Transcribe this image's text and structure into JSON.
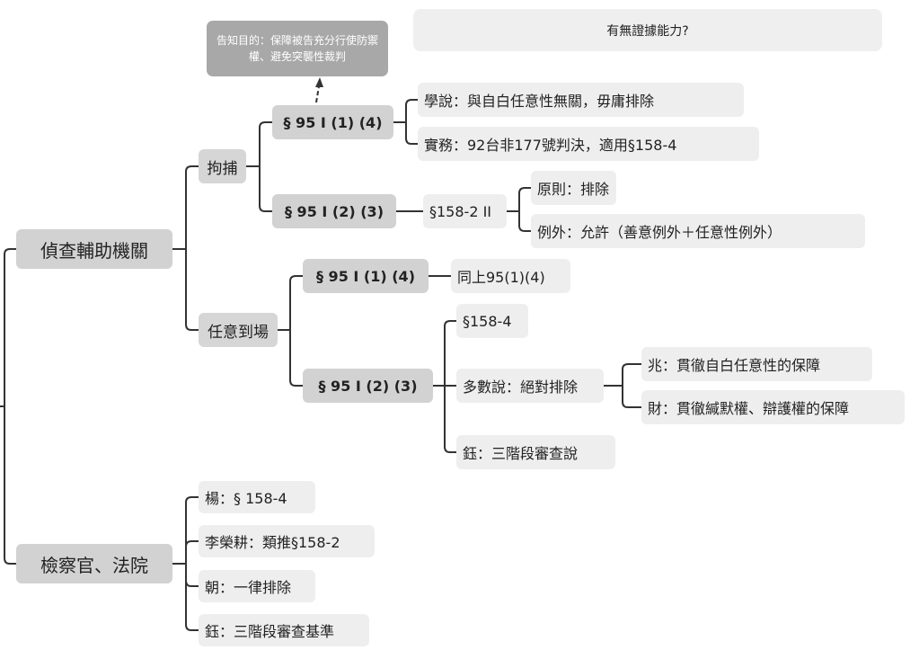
{
  "question": "有無證據能力?",
  "note": "告知目的：保障被告充分行使防禦權、避免突襲性裁判",
  "investigation": {
    "label": "偵查輔助機關",
    "arrest": {
      "label": "拘捕",
      "s95_1_4": {
        "label": "§ 95 I (1) (4)",
        "children": [
          "學說：與自白任意性無關，毋庸排除",
          "實務：92台非177號判決，適用§158-4"
        ]
      },
      "s95_2_3": {
        "label": "§ 95 I (2) (3)",
        "ref": "§158-2 II",
        "children": [
          "原則：排除",
          "例外：允許（善意例外＋任意性例外）"
        ]
      }
    },
    "voluntary": {
      "label": "任意到場",
      "s95_1_4": {
        "label": "§ 95 I (1) (4)",
        "ref": "同上95(1)(4)"
      },
      "s95_2_3": {
        "label": "§ 95 I (2) (3)",
        "a": "§158-4",
        "majority": "多數說：絕對排除",
        "majority_children": [
          "兆：貫徹自白任意性的保障",
          "財：貫徹緘默權、辯護權的保障"
        ],
        "c": "鈺：三階段審查說"
      }
    }
  },
  "prosecutor": {
    "label": "檢察官、法院",
    "children": [
      "楊：§ 158-4",
      "李榮耕：類推§158-2",
      "朝：一律排除",
      "鈺：三階段審查基準"
    ]
  }
}
